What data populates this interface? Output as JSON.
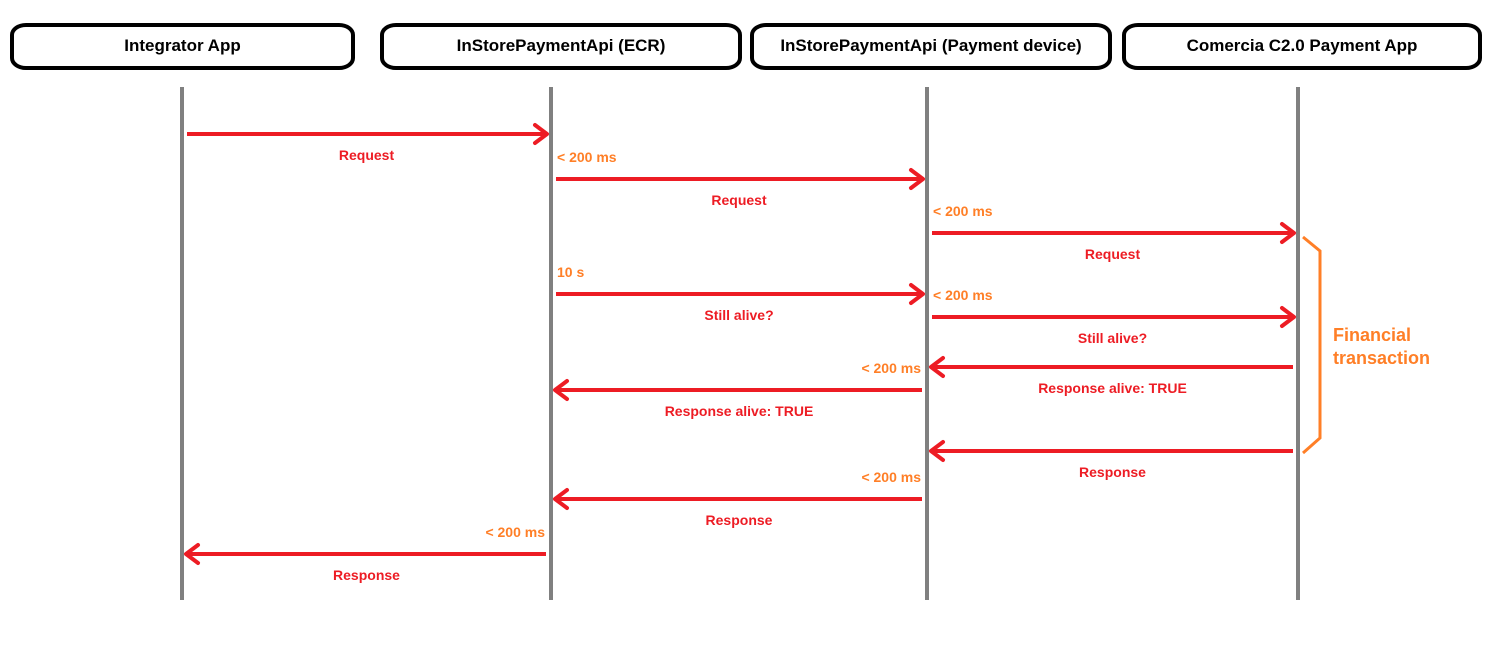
{
  "participants": [
    {
      "name": "Integrator App"
    },
    {
      "name": "InStorePaymentApi (ECR)"
    },
    {
      "name": "InStorePaymentApi (Payment device)"
    },
    {
      "name": "Comercia C2.0 Payment App"
    }
  ],
  "messages": [
    {
      "from": 0,
      "to": 1,
      "label": "Request",
      "timing": ""
    },
    {
      "from": 1,
      "to": 2,
      "label": "Request",
      "timing": "< 200 ms"
    },
    {
      "from": 2,
      "to": 3,
      "label": "Request",
      "timing": "< 200 ms"
    },
    {
      "from": 1,
      "to": 2,
      "label": "Still alive?",
      "timing": "10 s"
    },
    {
      "from": 2,
      "to": 3,
      "label": "Still alive?",
      "timing": "< 200 ms"
    },
    {
      "from": 3,
      "to": 2,
      "label": "Response alive: TRUE",
      "timing": ""
    },
    {
      "from": 2,
      "to": 1,
      "label": "Response alive: TRUE",
      "timing": "< 200 ms"
    },
    {
      "from": 3,
      "to": 2,
      "label": "Response",
      "timing": ""
    },
    {
      "from": 2,
      "to": 1,
      "label": "Response",
      "timing": "< 200 ms"
    },
    {
      "from": 1,
      "to": 0,
      "label": "Response",
      "timing": "< 200 ms"
    }
  ],
  "annotation": {
    "line1": "Financial",
    "line2": "transaction",
    "participant": 3,
    "from_message": 2,
    "to_message": 7
  },
  "colors": {
    "message": "#ed1c24",
    "timing": "#ff7f27",
    "lifeline": "#808080",
    "header_border": "#000000"
  }
}
